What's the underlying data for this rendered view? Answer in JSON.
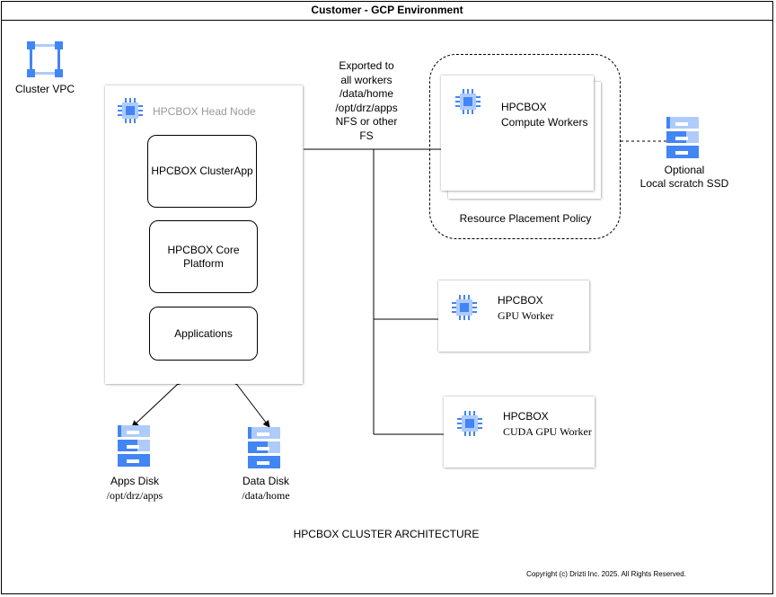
{
  "diagram": {
    "title": "Customer - GCP Environment",
    "cluster_vpc_label": "Cluster VPC",
    "head_node": {
      "label": "HPCBOX Head Node",
      "components": [
        "HPCBOX ClusterApp",
        "HPCBOX Core Platform",
        "Applications"
      ]
    },
    "export_note": [
      "Exported to",
      "all workers",
      "/data/home",
      "/opt/drz/apps",
      "NFS or other",
      "FS"
    ],
    "compute_workers": {
      "line1": "HPCBOX",
      "line2": "Compute Workers"
    },
    "placement_policy_label": "Resource Placement Policy",
    "scratch": {
      "line1": "Optional",
      "line2": "Local scratch SSD"
    },
    "gpu_worker": {
      "line1": "HPCBOX",
      "line2": "GPU Worker"
    },
    "cuda_worker": {
      "line1": "HPCBOX",
      "line2": "CUDA GPU Worker"
    },
    "apps_disk": {
      "name": "Apps Disk",
      "path": "/opt/drz/apps"
    },
    "data_disk": {
      "name": "Data Disk",
      "path": "/data/home"
    },
    "caption": "HPCBOX CLUSTER ARCHITECTURE",
    "copyright": "Copyright (c) Drizti Inc. 2025. All Rights Reserved."
  },
  "colors": {
    "icon_blue": "#4285f4",
    "icon_light_blue": "#aecbfa",
    "head_label_gray": "#999999"
  },
  "icons": [
    "vpc-icon",
    "compute-engine-icon",
    "persistent-disk-icon"
  ]
}
